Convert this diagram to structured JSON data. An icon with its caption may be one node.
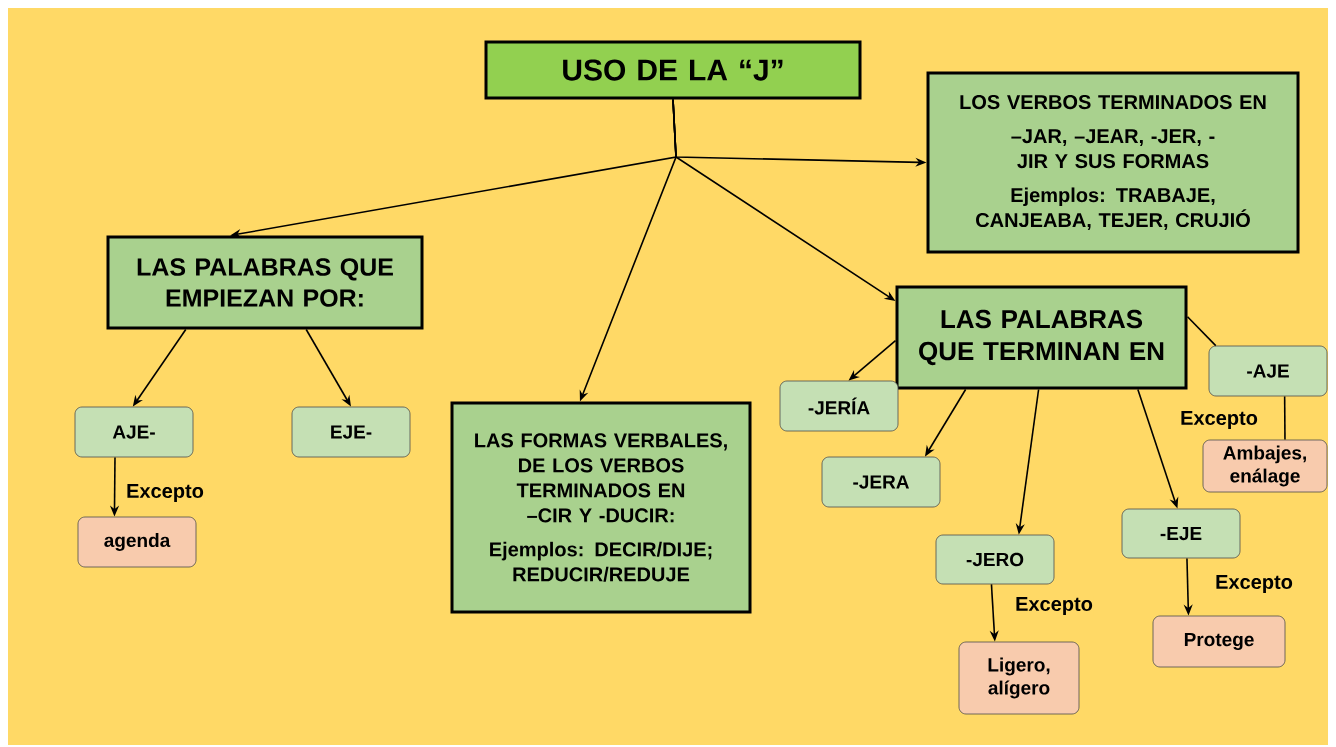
{
  "diagram": {
    "nodes": [
      {
        "text": [
          "USO DE LA “J”"
        ]
      },
      {
        "text": [
          "LOS VERBOS TERMINADOS EN",
          "–JAR, –JEAR, -JER, -JIR Y SUS FORMAS",
          "Ejemplos: TRABAJE, CANJEABA, TEJER, CRUJIÓ"
        ]
      },
      {
        "text": [
          "LAS PALABRAS QUE EMPIEZAN POR:"
        ]
      },
      {
        "text": [
          "LAS FORMAS VERBALES, DE LOS VERBOS TERMINADOS EN –CIR Y -DUCIR:",
          "Ejemplos: DECIR/DIJE; REDUCIR/REDUJE"
        ]
      },
      {
        "text": [
          "LAS PALABRAS QUE TERMINAN EN"
        ]
      },
      {
        "text": [
          "AJE-"
        ]
      },
      {
        "text": [
          "EJE-"
        ]
      },
      {
        "text": [
          "agenda"
        ]
      },
      {
        "text": [
          "-JERÍA"
        ]
      },
      {
        "text": [
          "-JERA"
        ]
      },
      {
        "text": [
          "-AJE"
        ]
      },
      {
        "text": [
          "Ambajes, enálage"
        ]
      },
      {
        "text": [
          "-JERO"
        ]
      },
      {
        "text": [
          "-EJE"
        ]
      },
      {
        "text": [
          "Ligero, alígero"
        ]
      },
      {
        "text": [
          "Protege"
        ]
      }
    ],
    "edges": [
      {
        "from": 0,
        "to": 2,
        "arrow": "to"
      },
      {
        "from": 0,
        "to": 3,
        "arrow": "to"
      },
      {
        "from": 0,
        "to": 1,
        "arrow": "to"
      },
      {
        "from": 0,
        "to": 4,
        "arrow": "to"
      },
      {
        "from": 2,
        "to": 5,
        "arrow": "to"
      },
      {
        "from": 2,
        "to": 6,
        "arrow": "to"
      },
      {
        "from": 5,
        "to": 7,
        "arrow": "to",
        "label": "Excepto"
      },
      {
        "from": 4,
        "to": 8,
        "arrow": "to"
      },
      {
        "from": 4,
        "to": 9,
        "arrow": "to"
      },
      {
        "from": 4,
        "to": 12,
        "arrow": "to"
      },
      {
        "from": 4,
        "to": 13,
        "arrow": "to"
      },
      {
        "from": 4,
        "to": 10,
        "arrow": "none"
      },
      {
        "from": 10,
        "to": 11,
        "arrow": "none",
        "label": "Excepto"
      },
      {
        "from": 12,
        "to": 14,
        "arrow": "to",
        "label": "Excepto"
      },
      {
        "from": 13,
        "to": 15,
        "arrow": "to",
        "label": "Excepto"
      }
    ]
  }
}
